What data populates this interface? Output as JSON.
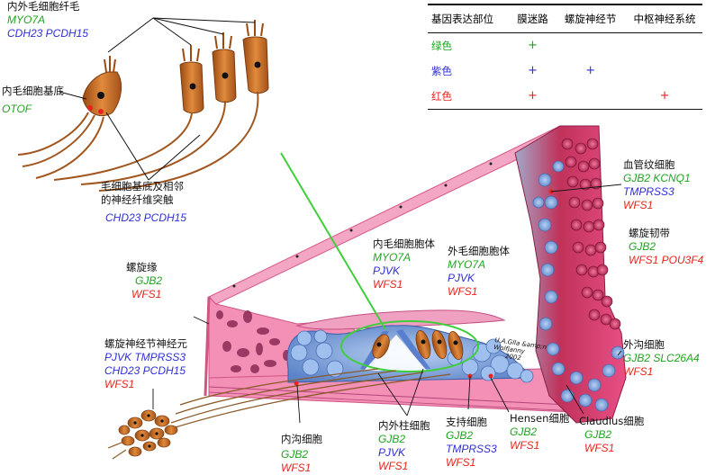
{
  "labels": {
    "hair_bundle": "内外毛细胞纤毛",
    "hair_bundle_genes": [
      "MYO7A",
      "CDH23 PCDH15"
    ],
    "hair_base": "内毛细胞基底",
    "hair_base_genes": [
      "OTOF"
    ],
    "synapse": [
      "毛细胞基底及相邻",
      "的神经纤维突触"
    ],
    "synapse_genes": [
      "CHD23 PCDH15"
    ],
    "stria_cells": "血管纹细胞",
    "stria_genes": [
      "GJB2 KCNQ1",
      "TMPRSS3",
      "WFS1"
    ],
    "spiral_ligament": "螺旋韧带",
    "spiral_ligament_genes": [
      "GJB2",
      "WFS1 POU3F4"
    ],
    "inner_hair_body": "内毛细胞胞体",
    "inner_hair_body_genes": [
      "MYO7A",
      "PJVK",
      "WFS1"
    ],
    "outer_hair_body": "外毛细胞胞体",
    "outer_hair_body_genes": [
      "MYO7A",
      "PJVK",
      "WFS1"
    ],
    "spiral_limbus": "螺旋缘",
    "spiral_limbus_genes": [
      "GJB2",
      "WFS1"
    ],
    "ganglion": "螺旋神经节神经元",
    "ganglion_genes": [
      "PJVK TMPRSS3",
      "CHD23 PCDH15",
      "WFS1"
    ],
    "outer_sulcus": "外沟细胞",
    "outer_sulcus_genes": [
      "GJB2 SLC26A4",
      "WFS1"
    ],
    "inner_sulcus": "内沟细胞",
    "inner_sulcus_genes": [
      "GJB2",
      "WFS1"
    ],
    "pillar": "内外柱细胞",
    "pillar_genes": [
      "GJB2",
      "PJVK",
      "WFS1"
    ],
    "support": "支持细胞",
    "support_genes": [
      "GJB2",
      "TMPRSS3",
      "WFS1"
    ],
    "hensen": "Hensen细胞",
    "hensen_genes": [
      "GJB2",
      "WFS1"
    ],
    "claudius": "Claudius细胞",
    "claudius_genes": [
      "GJB2",
      "WFS1"
    ],
    "signature": [
      "U.A.Glla &amp;n",
      "Wolfjanny",
      "2002"
    ]
  },
  "table": {
    "headers": [
      "基因表达部位",
      "膜迷路",
      "螺旋神经节",
      "中枢神经系统"
    ],
    "rows": [
      {
        "label": "绿色",
        "color": "#1fa51f",
        "cells": [
          "+",
          "",
          ""
        ]
      },
      {
        "label": "紫色",
        "color": "#2f2fd6",
        "cells": [
          "+",
          "+",
          ""
        ]
      },
      {
        "label": "红色",
        "color": "#e8231c",
        "cells": [
          "+",
          "",
          "+"
        ]
      }
    ]
  },
  "colors": {
    "green": "#1fa51f",
    "blue": "#2f2fd6",
    "red": "#e8231c",
    "pink": "#f07aa6",
    "cell_blue": "#7fa6e0",
    "hair_orange": "#c9712a"
  }
}
